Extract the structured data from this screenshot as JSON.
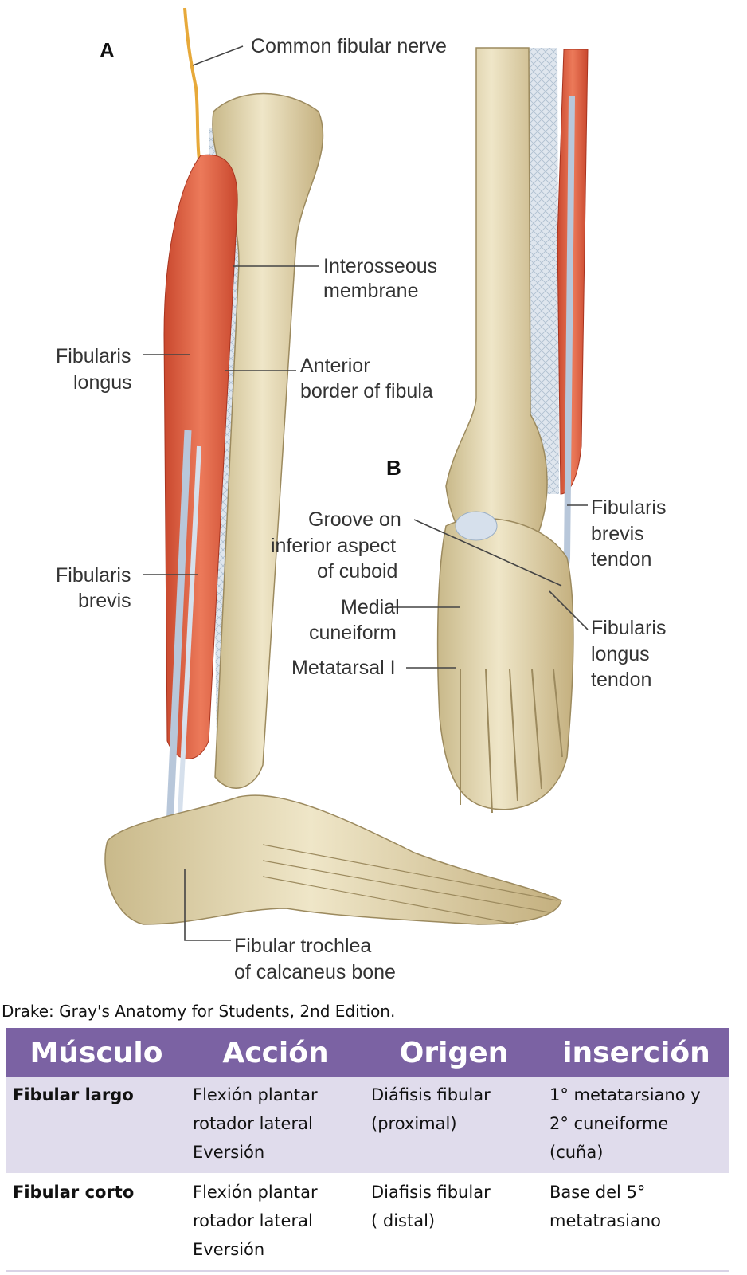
{
  "figure": {
    "panel_a": "A",
    "panel_b": "B",
    "labels": {
      "common_fibular_nerve": "Common fibular nerve",
      "interosseous_1": "Interosseous",
      "interosseous_2": "membrane",
      "anterior_border_1": "Anterior",
      "anterior_border_2": "border of fibula",
      "fibularis_longus_1": "Fibularis",
      "fibularis_longus_2": "longus",
      "fibularis_brevis_1": "Fibularis",
      "fibularis_brevis_2": "brevis",
      "groove_1": "Groove on",
      "groove_2": "inferior aspect",
      "groove_3": "of cuboid",
      "medial_cuneiform_1": "Medial",
      "medial_cuneiform_2": "cuneiform",
      "metatarsal_1": "Metatarsal I",
      "brevis_tendon_1": "Fibularis",
      "brevis_tendon_2": "brevis",
      "brevis_tendon_3": "tendon",
      "longus_tendon_1": "Fibularis",
      "longus_tendon_2": "longus",
      "longus_tendon_3": "tendon",
      "trochlea_1": "Fibular trochlea",
      "trochlea_2": "of calcaneus bone"
    },
    "credit": "Drake: Gray's Anatomy for Students, 2nd Edition."
  },
  "table": {
    "headers": [
      "Músculo",
      "Acción",
      "Origen",
      "inserción"
    ],
    "rows": [
      [
        "Fibular largo",
        "Flexión plantar\nrotador lateral\nEversión",
        "Diáfisis fibular\n(proximal)",
        "1° metatarsiano y\n2° cuneiforme\n(cuña)"
      ],
      [
        "Fibular corto",
        "Flexión plantar\nrotador lateral\nEversión",
        "Diafisis fibular\n( distal)",
        "Base del 5°\nmetatrasiano"
      ]
    ],
    "colors": {
      "header_bg": "#7b62a3",
      "row_alt_bg": "#e0dcec"
    }
  }
}
